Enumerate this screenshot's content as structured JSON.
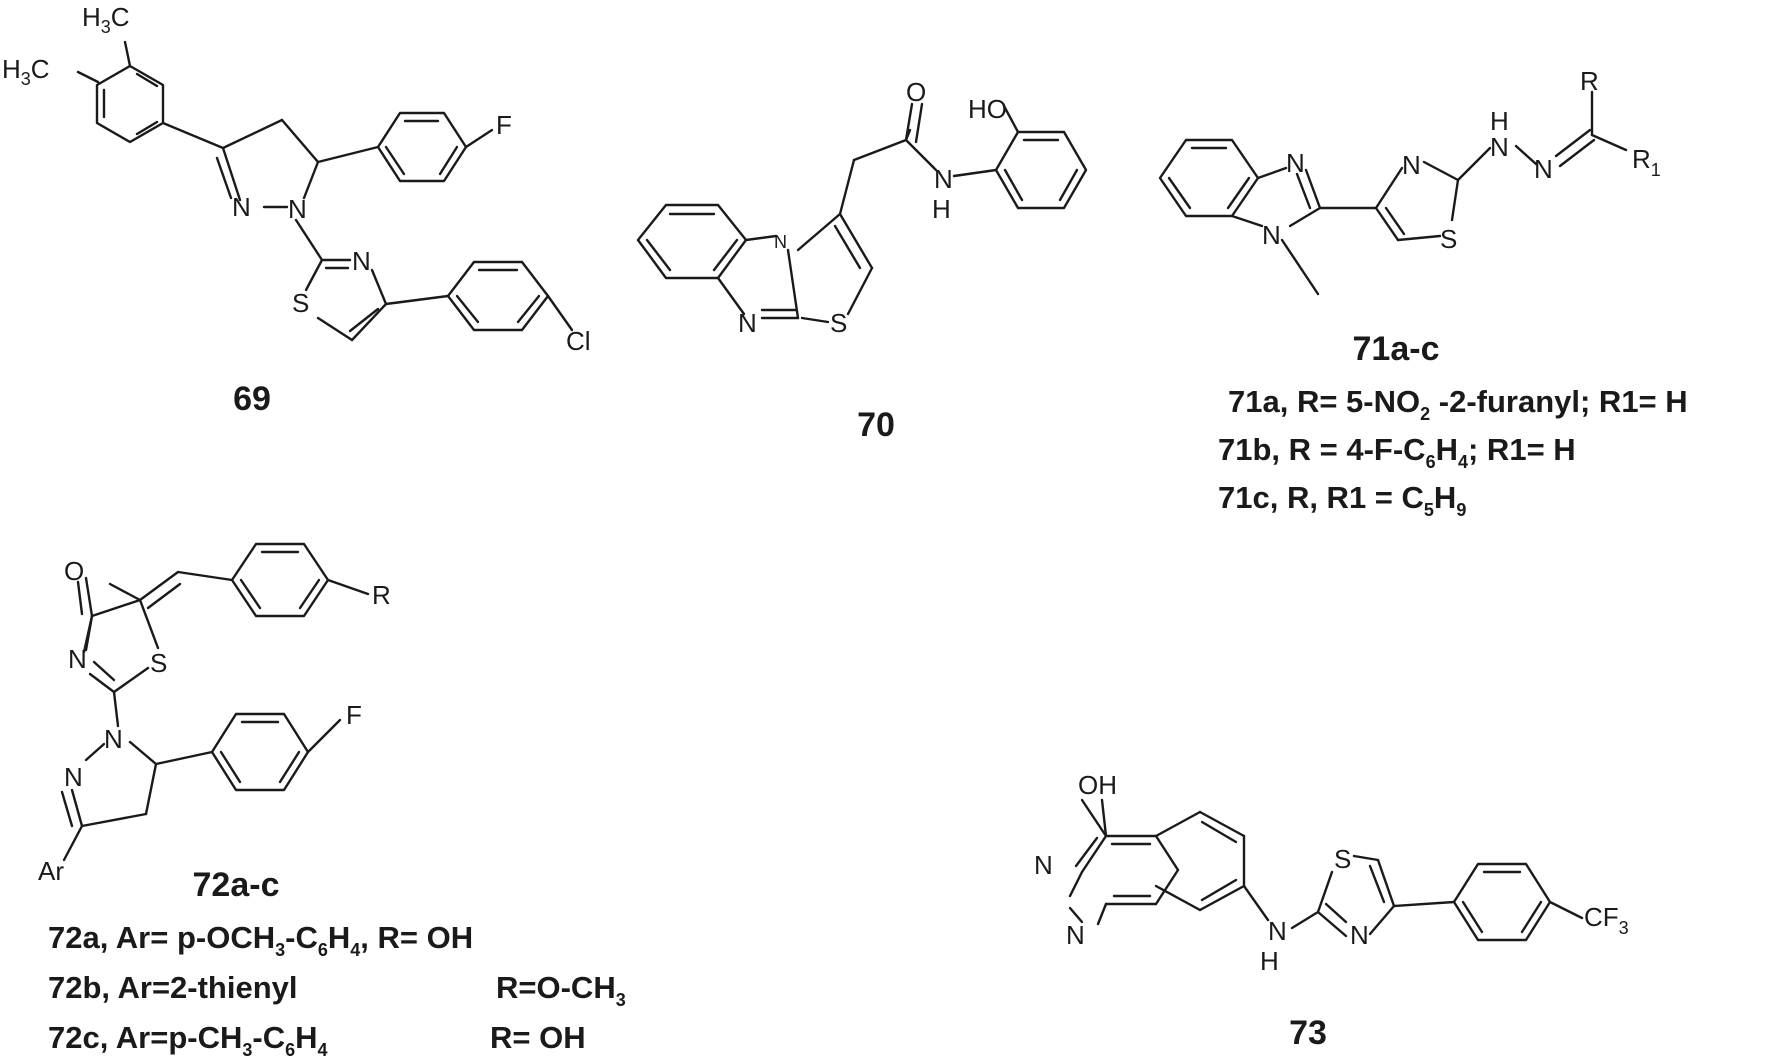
{
  "compounds": {
    "c69": {
      "label": "69",
      "atoms": {
        "me1": "H",
        "me1_sub": "3",
        "me1_c": "C",
        "me2": "H",
        "me2_sub": "3",
        "me2_c": "C",
        "f": "F",
        "n1": "N",
        "n2": "N",
        "n3": "N",
        "s": "S",
        "cl": "Cl"
      }
    },
    "c70": {
      "label": "70",
      "atoms": {
        "oh": "HO",
        "o": "O",
        "nh_n": "N",
        "nh_h": "H",
        "n_bridge": "N",
        "n": "N",
        "s": "S"
      }
    },
    "c71": {
      "label": "71a-c",
      "atoms": {
        "n_top": "N",
        "n_me": "N",
        "n_thz": "N",
        "s": "S",
        "nh_h": "H",
        "nh_n": "N",
        "n_eq": "N",
        "r": "R",
        "r1": "R",
        "r1_sub": "1"
      },
      "variants": [
        {
          "a": "71a, R= 5-NO",
          "sub": "2",
          "b": " -2-furanyl; R1= H"
        },
        {
          "a": "71b, R = 4-F-C",
          "sub": "6",
          "b": "H",
          "sub2": "4",
          "c": "; R1= H"
        },
        {
          "a": "71c, R, R1 = C",
          "sub": "5",
          "b": "H",
          "sub2": "9"
        }
      ]
    },
    "c72": {
      "label": "72a-c",
      "atoms": {
        "o": "O",
        "r": "R",
        "n_thz": "N",
        "s": "S",
        "f": "F",
        "n1": "N",
        "n2": "N",
        "ar": "Ar"
      },
      "variants": [
        {
          "a": "72a, Ar= p-OCH",
          "sub": "3",
          "b": "-C",
          "sub2": "6",
          "c": "H",
          "sub3": "4",
          "d": ", R= OH"
        },
        {
          "a": "72b, Ar=2-thienyl",
          "r": "R=O-CH",
          "rsub": "3"
        },
        {
          "a": "72c, Ar=p-CH",
          "sub": "3",
          "b": "-C",
          "sub2": "6",
          "c": "H",
          "sub3": "4",
          "r": "R= OH"
        }
      ]
    },
    "c73": {
      "label": "73",
      "atoms": {
        "oh": "OH",
        "n_top": "N",
        "n_bot": "N",
        "s": "S",
        "n_thz": "N",
        "nh_n": "N",
        "nh_h": "H",
        "cf3": "CF",
        "cf3_sub": "3"
      }
    }
  }
}
